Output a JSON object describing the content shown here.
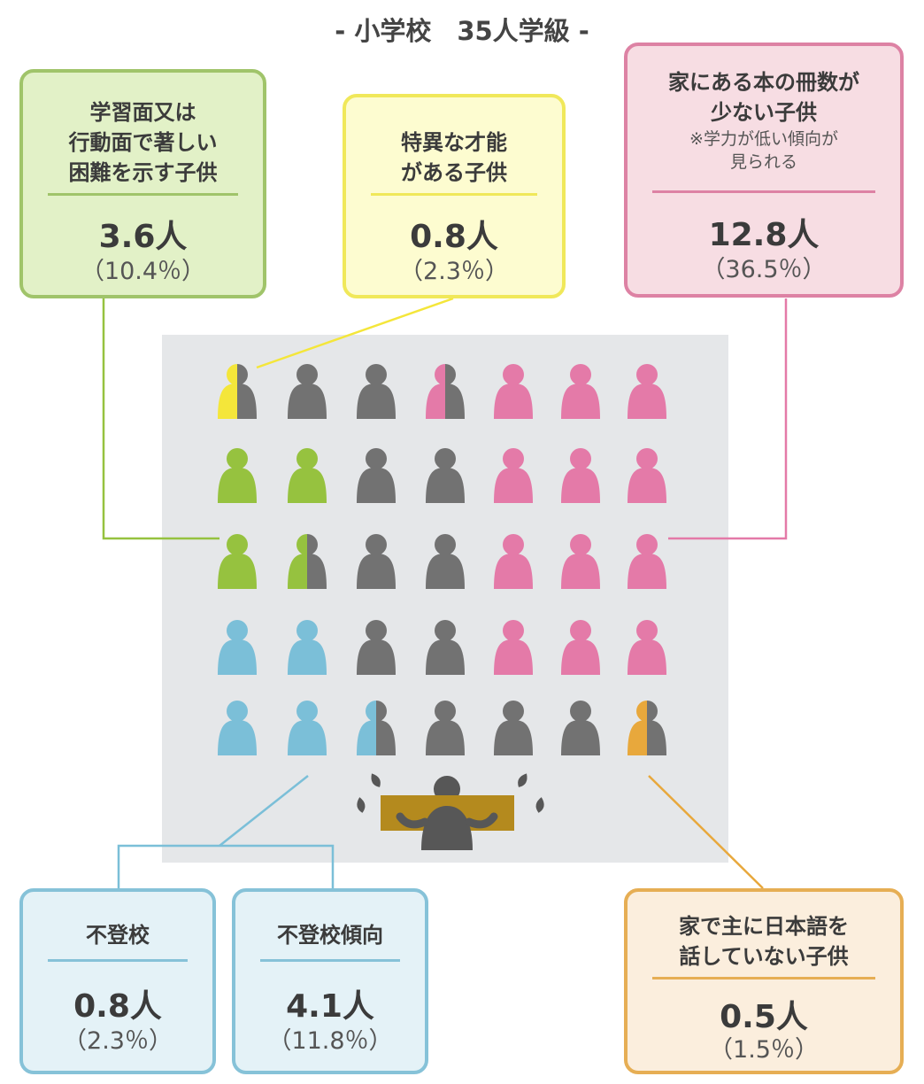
{
  "title": "- 小学校　35人学級 -",
  "categories": {
    "learning": {
      "lines": [
        "学習面又は",
        "行動面で著しい",
        "困難を示す子供"
      ],
      "value": "3.6人",
      "percent": "（10.4％）",
      "color": "#96c23f"
    },
    "gifted": {
      "lines": [
        "特異な才能",
        "がある子供"
      ],
      "value": "0.8人",
      "percent": "（2.3％）",
      "color": "#f4e63a"
    },
    "books": {
      "lines": [
        "家にある本の冊数が",
        "少ない子供"
      ],
      "note_lines": [
        "※学力が低い傾向が",
        "見られる"
      ],
      "value": "12.8人",
      "percent": "（36.5％）",
      "color": "#e47aa8"
    },
    "absent": {
      "lines": [
        "不登校"
      ],
      "value": "0.8人",
      "percent": "（2.3％）",
      "color": "#7bbfd8"
    },
    "absent_tendency": {
      "lines": [
        "不登校傾向"
      ],
      "value": "4.1人",
      "percent": "（11.8％）",
      "color": "#7bbfd8"
    },
    "language": {
      "lines": [
        "家で主に日本語を",
        "話していない子供"
      ],
      "value": "0.5人",
      "percent": "（1.5％）",
      "color": "#e8a83c"
    }
  },
  "colors": {
    "gray": "#727272",
    "green": "#96c23f",
    "yellow": "#f4e63a",
    "pink": "#e47aa8",
    "blue": "#7bbfd8",
    "orange": "#e8a83c",
    "desk": "#b48a1e",
    "teacher": "#575757",
    "room": "#e5e7e9"
  },
  "seats": [
    [
      "yellow|gray",
      "gray",
      "gray",
      "pink|gray",
      "pink",
      "pink",
      "pink"
    ],
    [
      "green",
      "green",
      "gray",
      "gray",
      "pink",
      "pink",
      "pink"
    ],
    [
      "green",
      "green|gray",
      "gray",
      "gray",
      "pink",
      "pink",
      "pink"
    ],
    [
      "blue",
      "blue",
      "gray",
      "gray",
      "pink",
      "pink",
      "pink"
    ],
    [
      "blue",
      "blue",
      "blue|gray",
      "gray",
      "gray",
      "gray",
      "orange|gray"
    ]
  ]
}
